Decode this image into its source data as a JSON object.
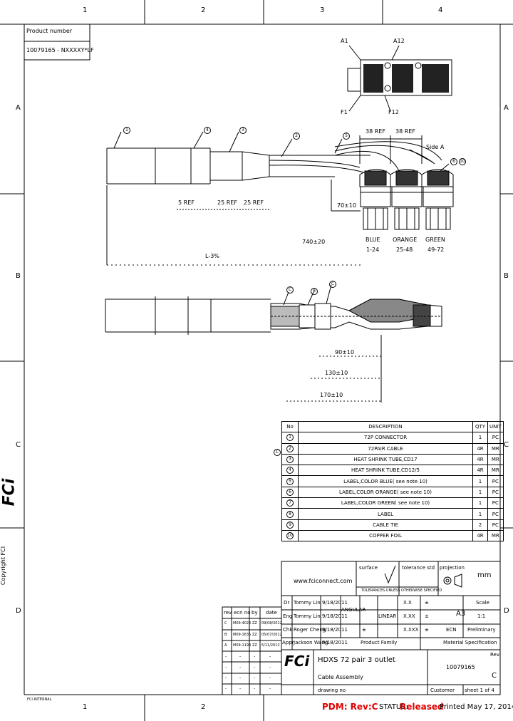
{
  "frame": {
    "columns": [
      "1",
      "2",
      "3",
      "4"
    ],
    "rows": [
      "A",
      "B",
      "C",
      "D"
    ],
    "bottom_columns": [
      "1",
      "2"
    ]
  },
  "product": {
    "header": "Product number",
    "number": "10079165 - NXXXXY*LF"
  },
  "top_view": {
    "label_a1": "A1",
    "label_a12": "A12",
    "label_f1": "F1",
    "label_f12": "F12",
    "callout_1": "1",
    "callout_2": "2",
    "callout_3": "3",
    "callout_4": "4",
    "callout_5": "5",
    "callout_6": "6",
    "callout_10": "10",
    "dim_38a": "38 REF",
    "dim_38b": "38 REF",
    "side_a": "Side A",
    "dim_5": "5 REF",
    "dim_25a": "25 REF",
    "dim_25b": "25 REF",
    "dim_70": "70±10",
    "dim_740": "740±20",
    "dim_l": "L-3%",
    "group_blue": "BLUE",
    "group_blue_range": "1-24",
    "group_orange": "ORANGE",
    "group_orange_range": "25-48",
    "group_green": "GREEN",
    "group_green_range": "49-72"
  },
  "side_view": {
    "callout_c1": "C",
    "callout_8": "8",
    "callout_c2": "C",
    "dim_90": "90±10",
    "dim_130": "130±10",
    "dim_170": "170±10"
  },
  "bom": {
    "headers": [
      "No",
      "DESCRIPTION",
      "QTY",
      "UNIT"
    ],
    "rows": [
      {
        "no": "1",
        "desc": "72P CONNECTOR",
        "qty": "1",
        "unit": "PC"
      },
      {
        "no": "2",
        "desc": "72PAIR CABLE",
        "qty": "4R",
        "unit": "MR"
      },
      {
        "no": "3",
        "desc": "HEAT SHRINK TUBE,CD17",
        "qty": "4R",
        "unit": "MR"
      },
      {
        "no": "4",
        "desc": "HEAT SHRINK TUBE,CD12/5",
        "qty": "4R",
        "unit": "MR"
      },
      {
        "no": "5",
        "desc": "LABEL,COLOR BLUE( see note 10)",
        "qty": "1",
        "unit": "PC"
      },
      {
        "no": "6",
        "desc": "LABEL,COLOR ORANGE( see note 10)",
        "qty": "1",
        "unit": "PC"
      },
      {
        "no": "7",
        "desc": "LABEL,COLOR GREEN( see note 10)",
        "qty": "1",
        "unit": "PC"
      },
      {
        "no": "8",
        "desc": "LABEL",
        "qty": "1",
        "unit": "PC"
      },
      {
        "no": "9",
        "desc": "CABLE TIE",
        "qty": "2",
        "unit": "PC"
      },
      {
        "no": "10",
        "desc": "COPPER FOIL",
        "qty": "4R",
        "unit": "MR"
      }
    ],
    "side_marker": "C"
  },
  "title_block": {
    "website": "www.fciconnect.com",
    "surface": "surface",
    "tolerance": "tolerance std",
    "projection": "projection",
    "unit": "mm",
    "tol_note": "TOLERANCES UNLESS OTHERWISE SPECIFIED",
    "dr_label": "Dr",
    "dr_name": "Tommy Lin",
    "dr_date": "9/18/2011",
    "eng_label": "Eng",
    "eng_name": "Tommy Lin",
    "eng_date": "9/18/2011",
    "chk_label": "Chk",
    "chk_name": "Roger Cheng",
    "chk_date": "9/18/2011",
    "appr_label": "Appr",
    "appr_name": "Jackson Wang",
    "appr_date": "9/18/2011",
    "angular": "ANGULAR",
    "linear": "LINEAR",
    "x_label": "X.X",
    "xx_label": "X.XX",
    "xxx_label": "X.XXX",
    "pm": "±",
    "scale_label": "Scale",
    "scale_value": "A3",
    "scale_value2": "1:1",
    "ecn": "ECN",
    "preliminary": "Preliminary",
    "product_family": "Product Family",
    "material_spec": "Material Specification",
    "title": "HDXS 72 pair 3 outlet",
    "subtitle": "Cable Assembly",
    "drawing_no_label": "drawing no",
    "customer": "Customer",
    "rev_label": "Rev.",
    "rev_value": "C",
    "doc_number": "10079165",
    "sheet": "sheet 1 of 4",
    "logo": "FCi"
  },
  "revisions": {
    "headers": [
      "rev",
      "ecn no",
      "by",
      "date"
    ],
    "rows": [
      {
        "rev": "C",
        "ecn": "M09-4023",
        "by": "ZZ",
        "date": "09/08/2012"
      },
      {
        "rev": "B",
        "ecn": "M09-1635",
        "by": "ZZ",
        "date": "05/07/2012"
      },
      {
        "rev": "A",
        "ecn": "M09-1194",
        "by": "ZZ",
        "date": "5/11/2012"
      },
      {
        "rev": "-",
        "ecn": "-",
        "by": "-",
        "date": "-"
      },
      {
        "rev": "-",
        "ecn": "-",
        "by": "-",
        "date": "-"
      },
      {
        "rev": "-",
        "ecn": "-",
        "by": "-",
        "date": "-"
      },
      {
        "rev": "-",
        "ecn": "-",
        "by": "-",
        "date": "-"
      }
    ]
  },
  "side_logo": "FCi",
  "copyright": "Copyright FCI",
  "footer": {
    "pdm": "PDM: Rev:C",
    "status_label": "STATUS:",
    "status_value": "Released",
    "printed": "Printed May 17, 2014",
    "small_note": "FCI-INTERNAL"
  },
  "colors": {
    "red": "#e00000",
    "line": "#000000"
  }
}
